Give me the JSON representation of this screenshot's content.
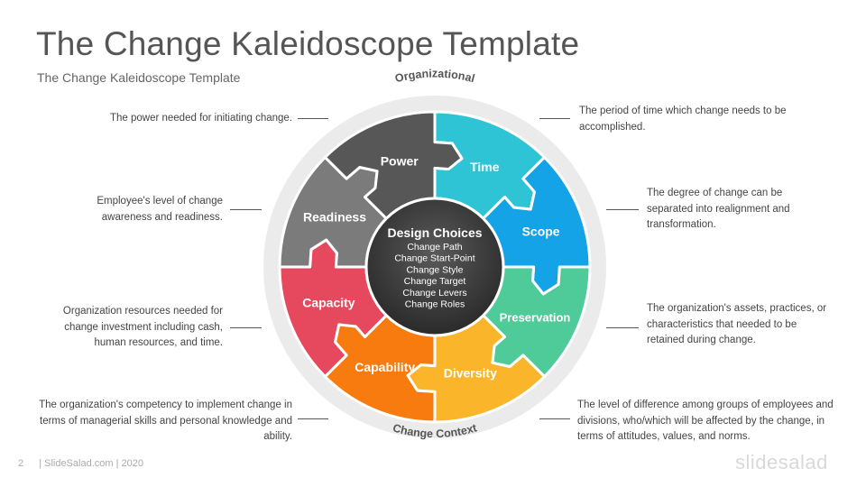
{
  "slide": {
    "title": "The Change Kaleidoscope Template",
    "subtitle": "The Change Kaleidoscope Template"
  },
  "ring": {
    "top_label": "Organizational",
    "bottom_label": "Change Context"
  },
  "center": {
    "title": "Design Choices",
    "items": [
      "Change Path",
      "Change Start-Point",
      "Change Style",
      "Change Target",
      "Change Levers",
      "Change Roles"
    ]
  },
  "segments": [
    {
      "label": "Time",
      "color": "#2ec4d6"
    },
    {
      "label": "Scope",
      "color": "#13a3e6"
    },
    {
      "label": "Preservation",
      "color": "#4ecb99"
    },
    {
      "label": "Diversity",
      "color": "#fbb52b"
    },
    {
      "label": "Capability",
      "color": "#f77b0f"
    },
    {
      "label": "Capacity",
      "color": "#e6485d"
    },
    {
      "label": "Readiness",
      "color": "#7b7b7b"
    },
    {
      "label": "Power",
      "color": "#575757"
    }
  ],
  "descriptions": {
    "power": "The power needed for initiating change.",
    "readiness": "Employee's level of change awareness and readiness.",
    "capacity": "Organization resources needed for change investment including cash, human resources, and time.",
    "capability": "The organization's competency to implement change in terms of managerial skills and personal knowledge and ability.",
    "time": "The period of time which change needs to be accomplished.",
    "scope": "The degree of change can be separated into realignment and transformation.",
    "preservation": "The organization's assets, practices, or characteristics that needed to be retained during change.",
    "diversity": "The level of difference among groups of employees and divisions, who/which will be affected by the change, in terms of attitudes, values, and norms."
  },
  "footer": {
    "page_number": "2",
    "text": "| SlideSalad.com | 2020",
    "logo": "slidesalad"
  }
}
